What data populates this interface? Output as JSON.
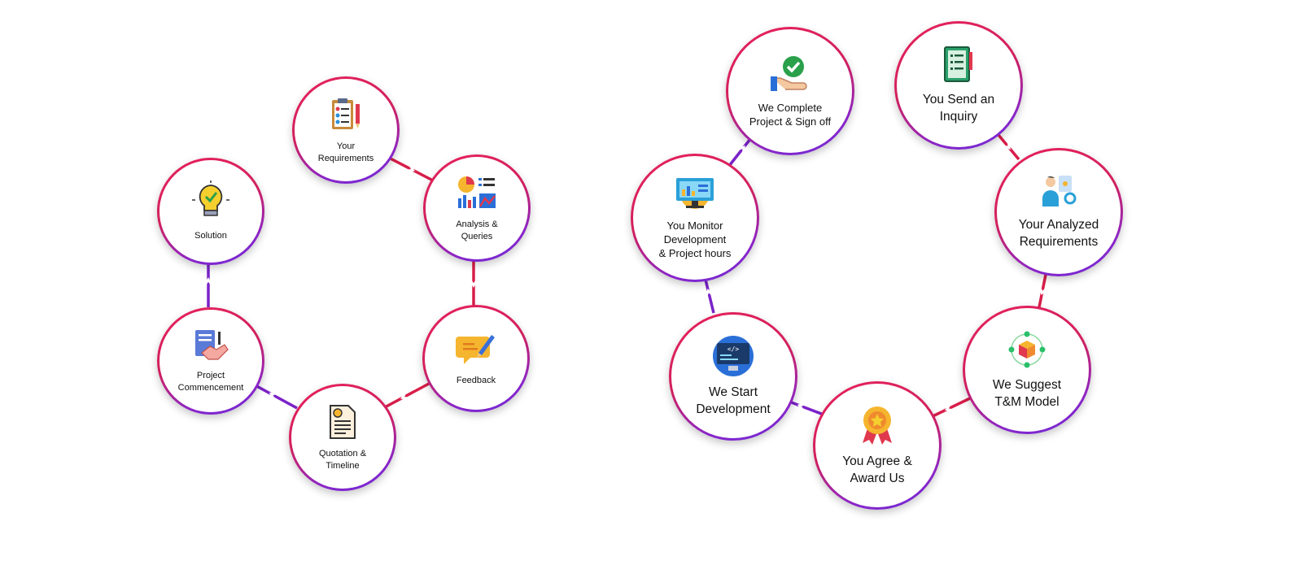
{
  "colors": {
    "ring_start": "#e8205a",
    "ring_end": "#6c2bd9",
    "connector_red": "#d81e4a",
    "connector_purple": "#7b22c9",
    "text": "#111111",
    "background": "#ffffff"
  },
  "left_cycle": {
    "steps": [
      {
        "label": "Your\nRequirements",
        "icon": "clipboard-checklist-icon"
      },
      {
        "label": "Analysis &\nQueries",
        "icon": "charts-analysis-icon"
      },
      {
        "label": "Feedback",
        "icon": "feedback-chat-pencil-icon"
      },
      {
        "label": "Quotation &\nTimeline",
        "icon": "invoice-document-icon"
      },
      {
        "label": "Project\nCommencement",
        "icon": "handshake-contract-icon"
      },
      {
        "label": "Solution",
        "icon": "lightbulb-check-icon"
      }
    ]
  },
  "right_cycle": {
    "steps": [
      {
        "label": "You Send an\nInquiry",
        "icon": "checklist-pencil-icon"
      },
      {
        "label": "Your Analyzed\nRequirements",
        "icon": "person-analysis-icon"
      },
      {
        "label": "We Suggest\nT&M Model",
        "icon": "cube-network-icon"
      },
      {
        "label": "You Agree &\nAward Us",
        "icon": "award-medal-icon"
      },
      {
        "label": "We Start\nDevelopment",
        "icon": "code-monitor-icon"
      },
      {
        "label": "You Monitor\nDevelopment\n& Project hours",
        "icon": "dashboard-monitor-icon"
      },
      {
        "label": "We Complete\nProject & Sign off",
        "icon": "hand-check-icon"
      }
    ]
  }
}
